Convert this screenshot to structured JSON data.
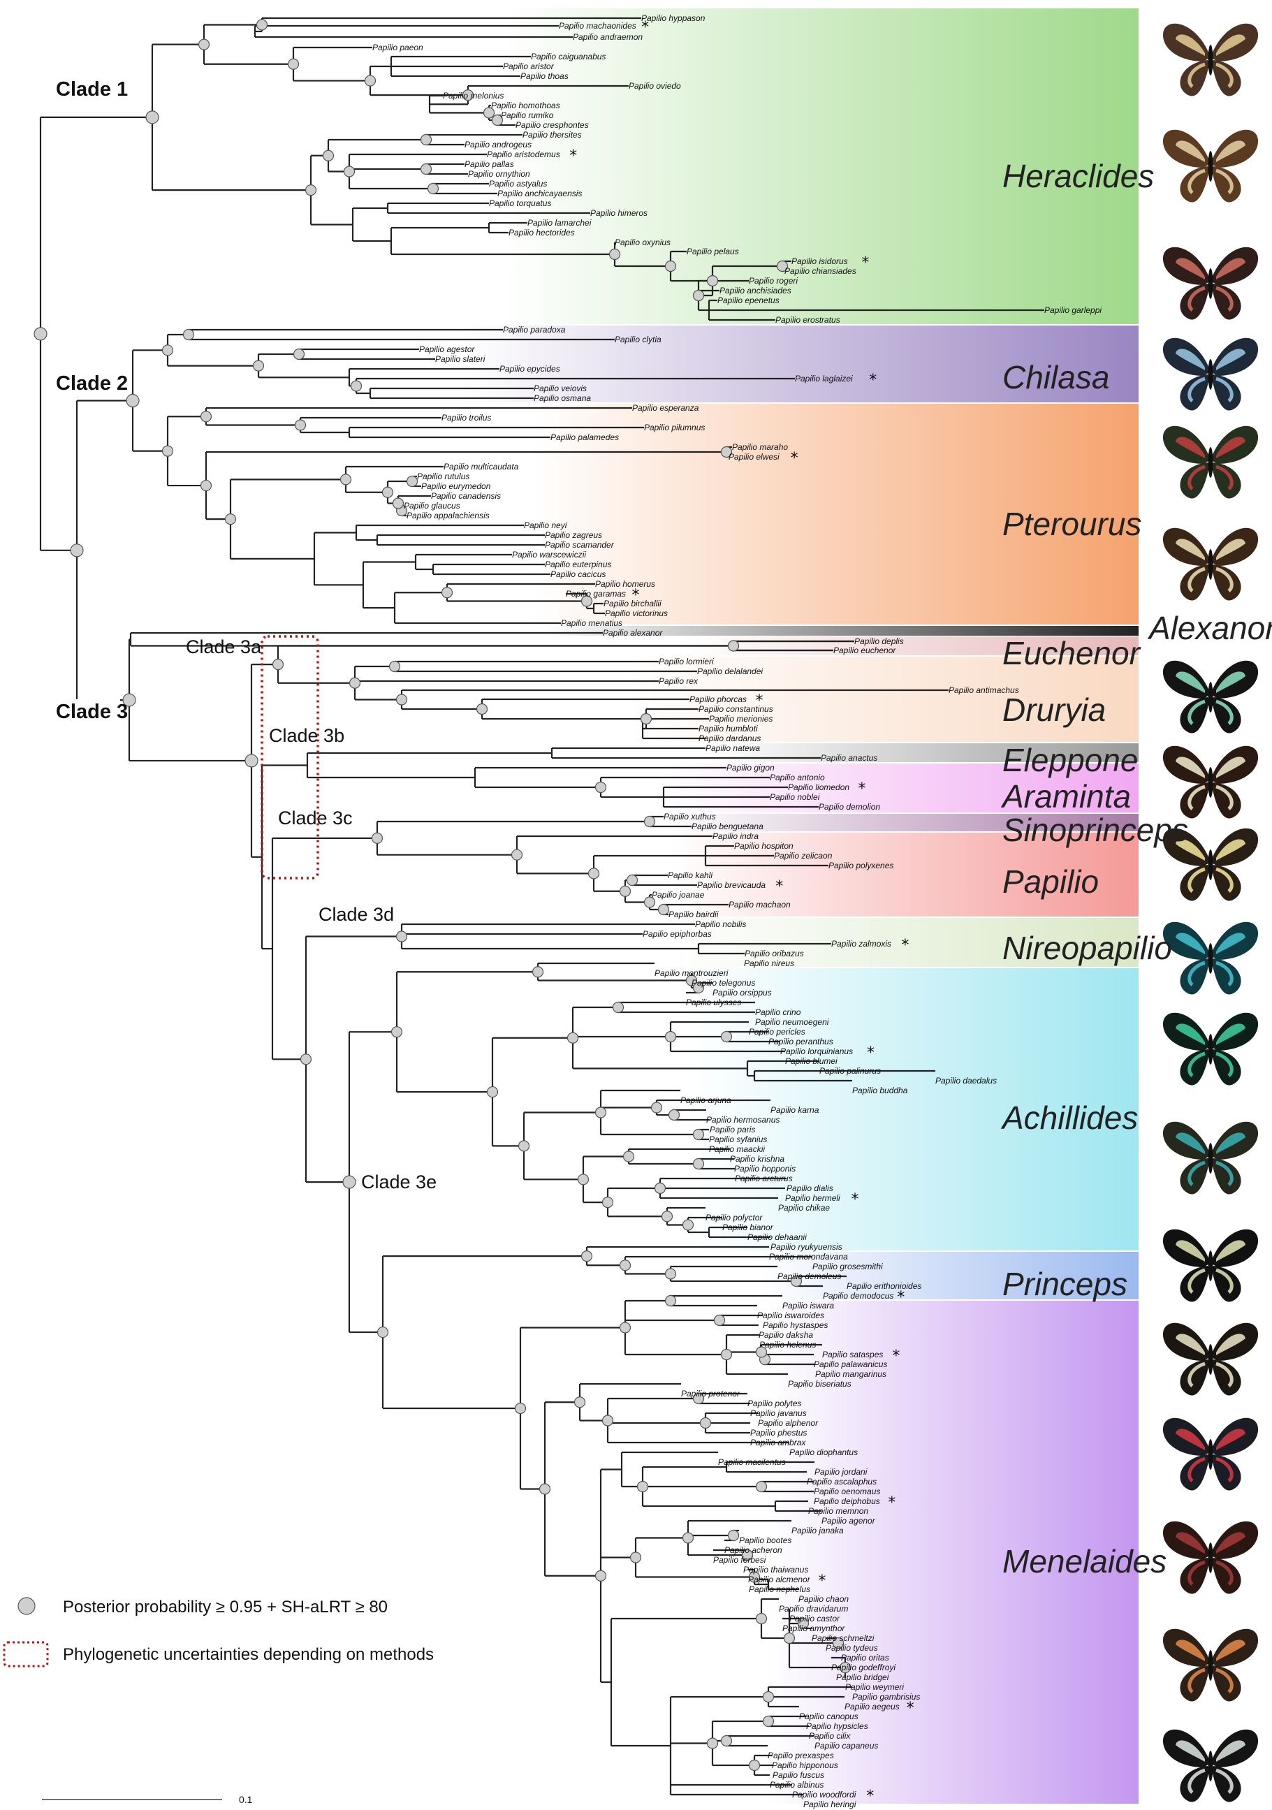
{
  "clades": [
    {
      "name": "Clade 1",
      "bold": true
    },
    {
      "name": "Clade 2",
      "bold": true
    },
    {
      "name": "Clade 3",
      "bold": true
    },
    {
      "name": "Clade 3a",
      "bold": false
    },
    {
      "name": "Clade 3b",
      "bold": false
    },
    {
      "name": "Clade 3c",
      "bold": false
    },
    {
      "name": "Clade 3d",
      "bold": false
    },
    {
      "name": "Clade 3e",
      "bold": false
    }
  ],
  "subgenera": [
    {
      "name": "Heraclides",
      "color": "#9fd98a"
    },
    {
      "name": "Chilasa",
      "color": "#9a86c2"
    },
    {
      "name": "Pterourus",
      "color": "#f5a36e"
    },
    {
      "name": "Alexanoria",
      "color": "#222222"
    },
    {
      "name": "Euchenor",
      "color": "#e7b8b8"
    },
    {
      "name": "Druryia",
      "color": "#f9d9c2"
    },
    {
      "name": "Eleppone",
      "color": "#9a9a9a"
    },
    {
      "name": "Araminta",
      "color": "#f1a8f1"
    },
    {
      "name": "Sinoprinceps",
      "color": "#a87ca8"
    },
    {
      "name": "Papilio",
      "color": "#f49a98"
    },
    {
      "name": "Nireopapilio",
      "color": "#d9e8c6"
    },
    {
      "name": "Achillides",
      "color": "#9fe6f0"
    },
    {
      "name": "Princeps",
      "color": "#9bb9ef"
    },
    {
      "name": "Menelaides",
      "color": "#c497f0"
    }
  ],
  "tips": [
    {
      "name": "Papilio hyppason",
      "star": false
    },
    {
      "name": "Papilio machaonides",
      "star": true
    },
    {
      "name": "Papilio andraemon",
      "star": false
    },
    {
      "name": "Papilio paeon",
      "star": false
    },
    {
      "name": "Papilio caiguanabus",
      "star": false
    },
    {
      "name": "Papilio aristor",
      "star": false
    },
    {
      "name": "Papilio thoas",
      "star": false
    },
    {
      "name": "Papilio oviedo",
      "star": false
    },
    {
      "name": "Papilio melonius",
      "star": false
    },
    {
      "name": "Papilio homothoas",
      "star": false
    },
    {
      "name": "Papilio rumiko",
      "star": false
    },
    {
      "name": "Papilio cresphontes",
      "star": false
    },
    {
      "name": "Papilio thersites",
      "star": false
    },
    {
      "name": "Papilio androgeus",
      "star": false
    },
    {
      "name": "Papilio aristodemus",
      "star": true
    },
    {
      "name": "Papilio pallas",
      "star": false
    },
    {
      "name": "Papilio ornythion",
      "star": false
    },
    {
      "name": "Papilio astyalus",
      "star": false
    },
    {
      "name": "Papilio anchicayaensis",
      "star": false
    },
    {
      "name": "Papilio torquatus",
      "star": false
    },
    {
      "name": "Papilio himeros",
      "star": false
    },
    {
      "name": "Papilio lamarchei",
      "star": false
    },
    {
      "name": "Papilio hectorides",
      "star": false
    },
    {
      "name": "Papilio oxynius",
      "star": false
    },
    {
      "name": "Papilio pelaus",
      "star": false
    },
    {
      "name": "Papilio isidorus",
      "star": true
    },
    {
      "name": "Papilio chiansiades",
      "star": false
    },
    {
      "name": "Papilio rogeri",
      "star": false
    },
    {
      "name": "Papilio anchisiades",
      "star": false
    },
    {
      "name": "Papilio epenetus",
      "star": false
    },
    {
      "name": "Papilio garleppi",
      "star": false
    },
    {
      "name": "Papilio erostratus",
      "star": false
    },
    {
      "name": "Papilio paradoxa",
      "star": false
    },
    {
      "name": "Papilio clytia",
      "star": false
    },
    {
      "name": "Papilio agestor",
      "star": false
    },
    {
      "name": "Papilio slateri",
      "star": false
    },
    {
      "name": "Papilio epycides",
      "star": false
    },
    {
      "name": "Papilio laglaizei",
      "star": true
    },
    {
      "name": "Papilio veiovis",
      "star": false
    },
    {
      "name": "Papilio osmana",
      "star": false
    },
    {
      "name": "Papilio esperanza",
      "star": false
    },
    {
      "name": "Papilio troilus",
      "star": false
    },
    {
      "name": "Papilio pilumnus",
      "star": false
    },
    {
      "name": "Papilio palamedes",
      "star": false
    },
    {
      "name": "Papilio maraho",
      "star": false
    },
    {
      "name": "Papilio elwesi",
      "star": true
    },
    {
      "name": "Papilio multicaudata",
      "star": false
    },
    {
      "name": "Papilio rutulus",
      "star": false
    },
    {
      "name": "Papilio eurymedon",
      "star": false
    },
    {
      "name": "Papilio canadensis",
      "star": false
    },
    {
      "name": "Papilio glaucus",
      "star": false
    },
    {
      "name": "Papilio appalachiensis",
      "star": false
    },
    {
      "name": "Papilio neyi",
      "star": false
    },
    {
      "name": "Papilio zagreus",
      "star": false
    },
    {
      "name": "Papilio scamander",
      "star": false
    },
    {
      "name": "Papilio warscewiczii",
      "star": false
    },
    {
      "name": "Papilio euterpinus",
      "star": false
    },
    {
      "name": "Papilio cacicus",
      "star": false
    },
    {
      "name": "Papilio homerus",
      "star": false
    },
    {
      "name": "Papilio garamas",
      "star": true
    },
    {
      "name": "Papilio birchallii",
      "star": false
    },
    {
      "name": "Papilio victorinus",
      "star": false
    },
    {
      "name": "Papilio menatius",
      "star": false
    },
    {
      "name": "Papilio alexanor",
      "star": false
    },
    {
      "name": "Papilio deplis",
      "star": false
    },
    {
      "name": "Papilio euchenor",
      "star": false
    },
    {
      "name": "Papilio lormieri",
      "star": false
    },
    {
      "name": "Papilio delalandei",
      "star": false
    },
    {
      "name": "Papilio rex",
      "star": false
    },
    {
      "name": "Papilio antimachus",
      "star": false
    },
    {
      "name": "Papilio phorcas",
      "star": true
    },
    {
      "name": "Papilio constantinus",
      "star": false
    },
    {
      "name": "Papilio merionies",
      "star": false
    },
    {
      "name": "Papilio humbloti",
      "star": false
    },
    {
      "name": "Papilio dardanus",
      "star": false
    },
    {
      "name": "Papilio natewa",
      "star": false
    },
    {
      "name": "Papilio anactus",
      "star": false
    },
    {
      "name": "Papilio gigon",
      "star": false
    },
    {
      "name": "Papilio antonio",
      "star": false
    },
    {
      "name": "Papilio liomedon",
      "star": true
    },
    {
      "name": "Papilio noblei",
      "star": false
    },
    {
      "name": "Papilio demolion",
      "star": false
    },
    {
      "name": "Papilio xuthus",
      "star": false
    },
    {
      "name": "Papilio benguetana",
      "star": false
    },
    {
      "name": "Papilio indra",
      "star": false
    },
    {
      "name": "Papilio hospiton",
      "star": false
    },
    {
      "name": "Papilio zelicaon",
      "star": false
    },
    {
      "name": "Papilio polyxenes",
      "star": false
    },
    {
      "name": "Papilio kahli",
      "star": false
    },
    {
      "name": "Papilio brevicauda",
      "star": true
    },
    {
      "name": "Papilio joanae",
      "star": false
    },
    {
      "name": "Papilio machaon",
      "star": false
    },
    {
      "name": "Papilio bairdii",
      "star": false
    },
    {
      "name": "Papilio nobilis",
      "star": false
    },
    {
      "name": "Papilio epiphorbas",
      "star": false
    },
    {
      "name": "Papilio zalmoxis",
      "star": true
    },
    {
      "name": "Papilio oribazus",
      "star": false
    },
    {
      "name": "Papilio nireus",
      "star": false
    },
    {
      "name": "Papilio montrouzieri",
      "star": false
    },
    {
      "name": "Papilio telegonus",
      "star": false
    },
    {
      "name": "Papilio orsippus",
      "star": false
    },
    {
      "name": "Papilio ulysses",
      "star": false
    },
    {
      "name": "Papilio crino",
      "star": false
    },
    {
      "name": "Papilio neumoegeni",
      "star": false
    },
    {
      "name": "Papilio pericles",
      "star": false
    },
    {
      "name": "Papilio peranthus",
      "star": false
    },
    {
      "name": "Papilio lorquinianus",
      "star": true
    },
    {
      "name": "Papilio blumei",
      "star": false
    },
    {
      "name": "Papilio palinurus",
      "star": false
    },
    {
      "name": "Papilio daedalus",
      "star": false
    },
    {
      "name": "Papilio buddha",
      "star": false
    },
    {
      "name": "Papilio arjuna",
      "star": false
    },
    {
      "name": "Papilio karna",
      "star": false
    },
    {
      "name": "Papilio hermosanus",
      "star": false
    },
    {
      "name": "Papilio paris",
      "star": false
    },
    {
      "name": "Papilio syfanius",
      "star": false
    },
    {
      "name": "Papilio maackii",
      "star": false
    },
    {
      "name": "Papilio krishna",
      "star": false
    },
    {
      "name": "Papilio hopponis",
      "star": false
    },
    {
      "name": "Papilio arcturus",
      "star": false
    },
    {
      "name": "Papilio dialis",
      "star": false
    },
    {
      "name": "Papilio hermeli",
      "star": true
    },
    {
      "name": "Papilio chikae",
      "star": false
    },
    {
      "name": "Papilio polyctor",
      "star": false
    },
    {
      "name": "Papilio bianor",
      "star": false
    },
    {
      "name": "Papilio dehaanii",
      "star": false
    },
    {
      "name": "Papilio ryukyuensis",
      "star": false
    },
    {
      "name": "Papilio morondavana",
      "star": false
    },
    {
      "name": "Papilio grosesmithi",
      "star": false
    },
    {
      "name": "Papilio demoleus",
      "star": false
    },
    {
      "name": "Papilio erithonioides",
      "star": false
    },
    {
      "name": "Papilio demodocus",
      "star": true
    },
    {
      "name": "Papilio iswara",
      "star": false
    },
    {
      "name": "Papilio iswaroides",
      "star": false
    },
    {
      "name": "Papilio hystaspes",
      "star": false
    },
    {
      "name": "Papilio daksha",
      "star": false
    },
    {
      "name": "Papilio helenus",
      "star": false
    },
    {
      "name": "Papilio sataspes",
      "star": true
    },
    {
      "name": "Papilio palawanicus",
      "star": false
    },
    {
      "name": "Papilio mangarinus",
      "star": false
    },
    {
      "name": "Papilio biseriatus",
      "star": false
    },
    {
      "name": "Papilio protenor",
      "star": false
    },
    {
      "name": "Papilio polytes",
      "star": false
    },
    {
      "name": "Papilio javanus",
      "star": false
    },
    {
      "name": "Papilio alphenor",
      "star": false
    },
    {
      "name": "Papilio phestus",
      "star": false
    },
    {
      "name": "Papilio ambrax",
      "star": false
    },
    {
      "name": "Papilio diophantus",
      "star": false
    },
    {
      "name": "Papilio macilentus",
      "star": false
    },
    {
      "name": "Papilio jordani",
      "star": false
    },
    {
      "name": "Papilio ascalaphus",
      "star": false
    },
    {
      "name": "Papilio oenomaus",
      "star": false
    },
    {
      "name": "Papilio deiphobus",
      "star": true
    },
    {
      "name": "Papilio memnon",
      "star": false
    },
    {
      "name": "Papilio agenor",
      "star": false
    },
    {
      "name": "Papilio janaka",
      "star": false
    },
    {
      "name": "Papilio bootes",
      "star": false
    },
    {
      "name": "Papilio acheron",
      "star": false
    },
    {
      "name": "Papilio forbesi",
      "star": false
    },
    {
      "name": "Papilio thaiwanus",
      "star": false
    },
    {
      "name": "Papilio alcmenor",
      "star": true
    },
    {
      "name": "Papilio nephelus",
      "star": false
    },
    {
      "name": "Papilio chaon",
      "star": false
    },
    {
      "name": "Papilio dravidarum",
      "star": false
    },
    {
      "name": "Papilio castor",
      "star": false
    },
    {
      "name": "Papilio amynthor",
      "star": false
    },
    {
      "name": "Papilio schmeltzi",
      "star": false
    },
    {
      "name": "Papilio tydeus",
      "star": false
    },
    {
      "name": "Papilio oritas",
      "star": false
    },
    {
      "name": "Papilio godeffroyi",
      "star": false
    },
    {
      "name": "Papilio bridgei",
      "star": false
    },
    {
      "name": "Papilio weymeri",
      "star": false
    },
    {
      "name": "Papilio gambrisius",
      "star": false
    },
    {
      "name": "Papilio aegeus",
      "star": true
    },
    {
      "name": "Papilio canopus",
      "star": false
    },
    {
      "name": "Papilio hypsicles",
      "star": false
    },
    {
      "name": "Papilio cilix",
      "star": false
    },
    {
      "name": "Papilio capaneus",
      "star": false
    },
    {
      "name": "Papilio prexaspes",
      "star": false
    },
    {
      "name": "Papilio hipponous",
      "star": false
    },
    {
      "name": "Papilio fuscus",
      "star": false
    },
    {
      "name": "Papilio albinus",
      "star": false
    },
    {
      "name": "Papilio woodfordi",
      "star": true
    },
    {
      "name": "Papilio heringi",
      "star": false
    }
  ],
  "legend": {
    "node_label": "Posterior probability ≥ 0.95 + SH-aLRT ≥ 80",
    "box_label": "Phylogenetic uncertainties depending on methods"
  },
  "scale_label": "0.1",
  "star_glyph": "*"
}
